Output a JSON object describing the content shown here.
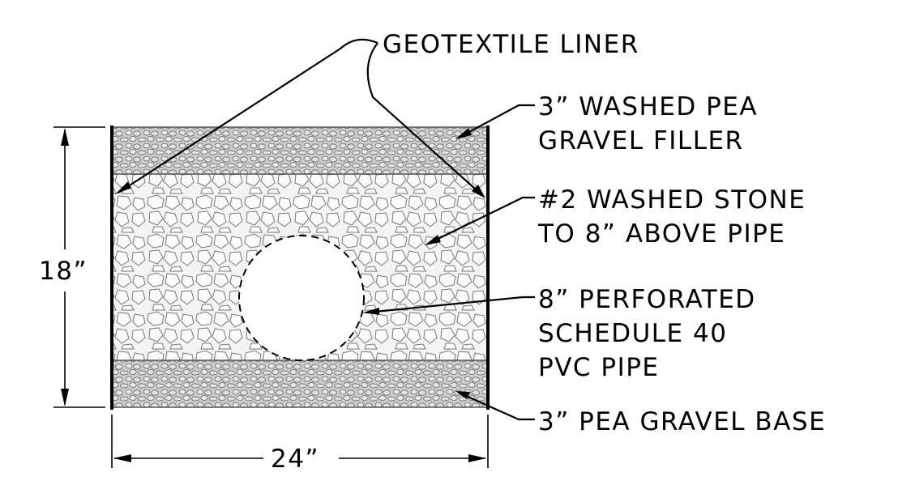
{
  "diagram": {
    "labels": {
      "geotextile": "GEOTEXTILE LINER",
      "filler_line1": "3” WASHED PEA",
      "filler_line2": "GRAVEL FILLER",
      "stone_line1": "#2 WASHED STONE",
      "stone_line2": "TO 8” ABOVE PIPE",
      "pipe_line1": "8” PERFORATED",
      "pipe_line2": "SCHEDULE 40",
      "pipe_line3": "PVC PIPE",
      "base": "3” PEA GRAVEL BASE"
    },
    "dimensions": {
      "height": "18”",
      "width": "24”"
    }
  }
}
